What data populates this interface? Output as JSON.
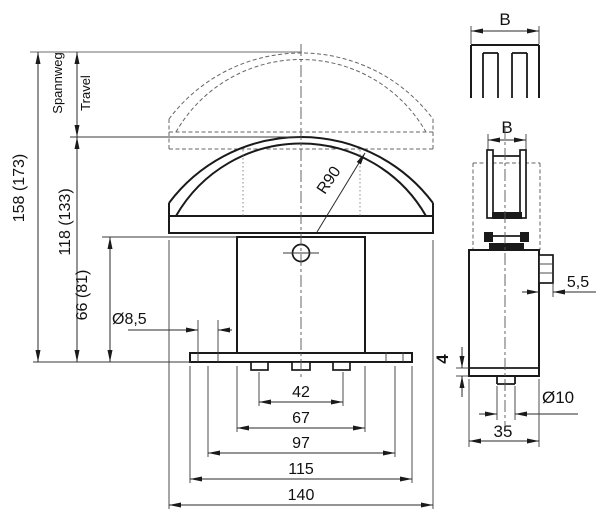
{
  "drawing": {
    "front": {
      "height_total": "158 (173)",
      "height_clamp_top": "118 (133)",
      "height_body": "66 (81)",
      "travel_label_de": "Spannweg",
      "travel_label_en": "Travel",
      "hole_diameter": "Ø8,5",
      "arc_radius": "R90",
      "tab_spacing": "42",
      "body_width": "67",
      "hole_spacing": "97",
      "flange_width": "115",
      "beam_width": "140"
    },
    "side": {
      "profile_width_top": "B",
      "profile_width_side": "B",
      "offset_right": "5,5",
      "step_height": "4",
      "stub_diameter": "Ø10",
      "body_width": "35"
    }
  }
}
